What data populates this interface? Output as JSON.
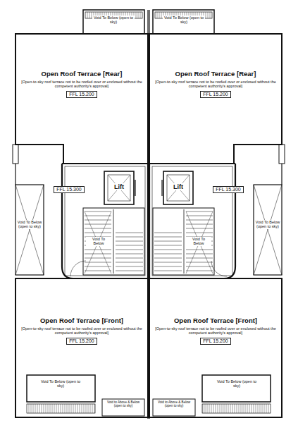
{
  "diagram": {
    "nodes": [
      {
        "text": [
          "Void To Below (open to sky)"
        ]
      },
      {
        "text": [
          "Void To Below (open to sky)"
        ]
      },
      {
        "text": [
          "Open Roof Terrace [Rear]",
          "[Open-to-sky roof terrace not to be roofed over or enclosed without the competent authority's approval]",
          "FFL 15.200"
        ]
      },
      {
        "text": [
          "Open Roof Terrace [Rear]",
          "[Open-to-sky roof terrace not to be roofed over or enclosed without the competent authority's approval]",
          "FFL 15.200"
        ]
      },
      {
        "text": [
          "Void To Below (open to sky)"
        ]
      },
      {
        "text": [
          "Lift"
        ]
      },
      {
        "text": [
          "Lift"
        ]
      },
      {
        "text": [
          "Void To Below (open to sky)"
        ]
      },
      {
        "text": [
          "Void To Below"
        ]
      },
      {
        "text": [
          "Void To Below"
        ]
      },
      {
        "text": [
          "Open Roof Terrace [Front]",
          "[Open-to-sky roof terrace not to be roofed over or enclosed without the competent authority's approval]",
          "FFL 15.200"
        ]
      },
      {
        "text": [
          "Open Roof Terrace [Front]",
          "[Open-to-sky roof terrace not to be roofed over or enclosed without the competent authority's approval]",
          "FFL 15.200"
        ]
      },
      {
        "text": [
          "Void To Below (open to sky)"
        ]
      },
      {
        "text": [
          "Void To Below (open to sky)"
        ]
      },
      {
        "text": [
          "Void to Above & Below (open to sky)"
        ]
      },
      {
        "text": [
          "Void to Above & Below (open to sky)"
        ]
      }
    ],
    "labels": [
      "FFL 15.300",
      "FFL 15.300"
    ]
  }
}
